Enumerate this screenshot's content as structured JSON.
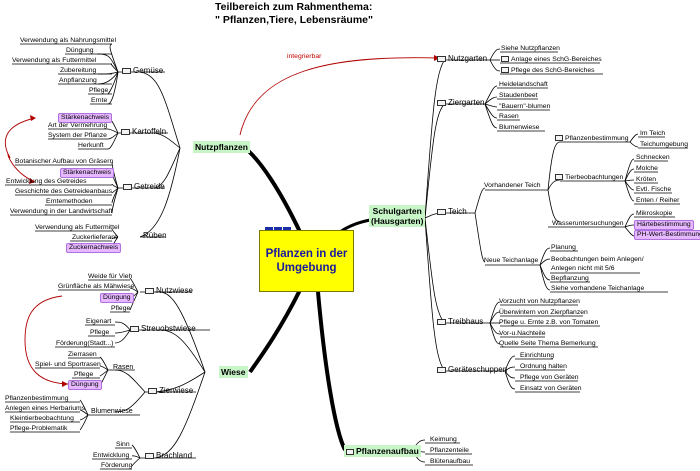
{
  "title_line1": "Teilbereich zum Rahmenthema:",
  "title_line2": "\" Pflanzen,Tiere, Lebensräume\"",
  "center": "Pflanzen in der Umgebung",
  "link_label": "integrierbar",
  "nutzpflanzen": {
    "label": "Nutzpflanzen",
    "gemuese": {
      "label": "Gemüse",
      "items": [
        "Verwendung als Nahrungsmittel",
        "Düngung",
        "Verwendung als Futtermittel",
        "Zubereitung",
        "Anpflanzung",
        "Pflege",
        "Ernte"
      ]
    },
    "kartoffeln": {
      "label": "Kartoffeln",
      "items": [
        "Stärkenachweis",
        "Art der Vermehrung",
        "System der Pflanze",
        "Herkunft"
      ]
    },
    "getreide": {
      "label": "Getreide",
      "items": [
        "Botanischer Aufbau von Gräsern",
        "Stärkenachweis",
        "Entwicklung des Getreides",
        "Geschichte des Getreideanbaus",
        "Erntemethoden",
        "Verwendung in der Landwirtschaft"
      ]
    },
    "rueben": {
      "label": "Rüben",
      "items": [
        "Verwendung als Futtermittel",
        "Zuckerlieferant",
        "Zuckernachweis"
      ]
    }
  },
  "wiese": {
    "label": "Wiese",
    "nutzwiese": {
      "label": "Nutzwiese",
      "items": [
        "Weide für Vieh",
        "Grünfläche als Mähwiese",
        "Düngung",
        "Pflege"
      ]
    },
    "streuobst": {
      "label": "Streuobstwiese",
      "items": [
        "Eigenart",
        "Pflege",
        "Förderung(Stadt...)"
      ]
    },
    "zierwiese": {
      "label": "Zierwiese",
      "rasen": {
        "label": "Rasen",
        "items": [
          "Zierrasen",
          "Spiel- und Sportrasen",
          "Pflege",
          "Düngung"
        ]
      },
      "blumenwiese": {
        "label": "Blumenwiese",
        "items": [
          "Pflanzenbestimmung",
          "Anlegen eines Herbariums",
          "Kleintierbeobachtung",
          "Pflege-Problematik"
        ]
      }
    },
    "brachland": {
      "label": "Brachland",
      "items": [
        "Sinn",
        "Entwicklung",
        "Förderung"
      ]
    }
  },
  "schulgarten": {
    "label1": "Schulgarten",
    "label2": "(Hausgarten)",
    "nutzgarten": {
      "label": "Nutzgarten",
      "items": [
        "Siehe Nutzpflanzen",
        "Anlage eines SchG-Bereiches",
        "Pflege des SchG-Bereiches"
      ]
    },
    "ziergarten": {
      "label": "Ziergarten",
      "items": [
        "Heidelandschaft",
        "Staudenbeet",
        "\"Bauern\"-blumen",
        "Rasen",
        "Blumenwiese"
      ]
    },
    "teich": {
      "label": "Teich",
      "vorhanden": {
        "label": "Vorhandener Teich",
        "pflanzen": {
          "label": "Pflanzenbestimmung",
          "items": [
            "Im Teich",
            "Teichumgebung"
          ]
        },
        "tiere": {
          "label": "Tierbeobachtungen",
          "items": [
            "Schnecken",
            "Molche",
            "Kröten",
            "Evtl. Fische",
            "Enten / Reiher"
          ]
        },
        "wasser": {
          "label": "Wasseruntersuchungen",
          "items": [
            "Mikroskopie",
            "Härtebestimmung",
            "PH-Wert-Bestimmung"
          ]
        }
      },
      "neu": {
        "label": "Neue Teichanlage",
        "items": [
          "Planung",
          "Beobachtungen beim Anlegen/",
          "Anlegen nicht mit 5/6",
          "Bepflanzung",
          "Siehe vorhandene Teichanlage"
        ]
      }
    },
    "treibhaus": {
      "label": "Treibhaus",
      "items": [
        "Vorzucht von Nutzpflanzen",
        "Überwintern von Zierpflanzen",
        "Pflege u. Ernte z.B. von Tomaten",
        "Vor-u.Nachteile",
        "Quelle Seite Thema Bemerkung"
      ]
    },
    "geraete": {
      "label": "Geräteschuppen",
      "items": [
        "Einrichtung",
        "Ordnung halten",
        "Pflege von Geräten",
        "Einsatz von Geräten"
      ]
    }
  },
  "pflanzenaufbau": {
    "label": "Pflanzenaufbau",
    "items": [
      "Keimung",
      "Pflanzenteile",
      "Blütenaufbau"
    ]
  },
  "colors": {
    "center": "#ffff00",
    "main_topic": "#c8f5c8",
    "highlight": "#e6b8ff",
    "link": "#c00000"
  }
}
